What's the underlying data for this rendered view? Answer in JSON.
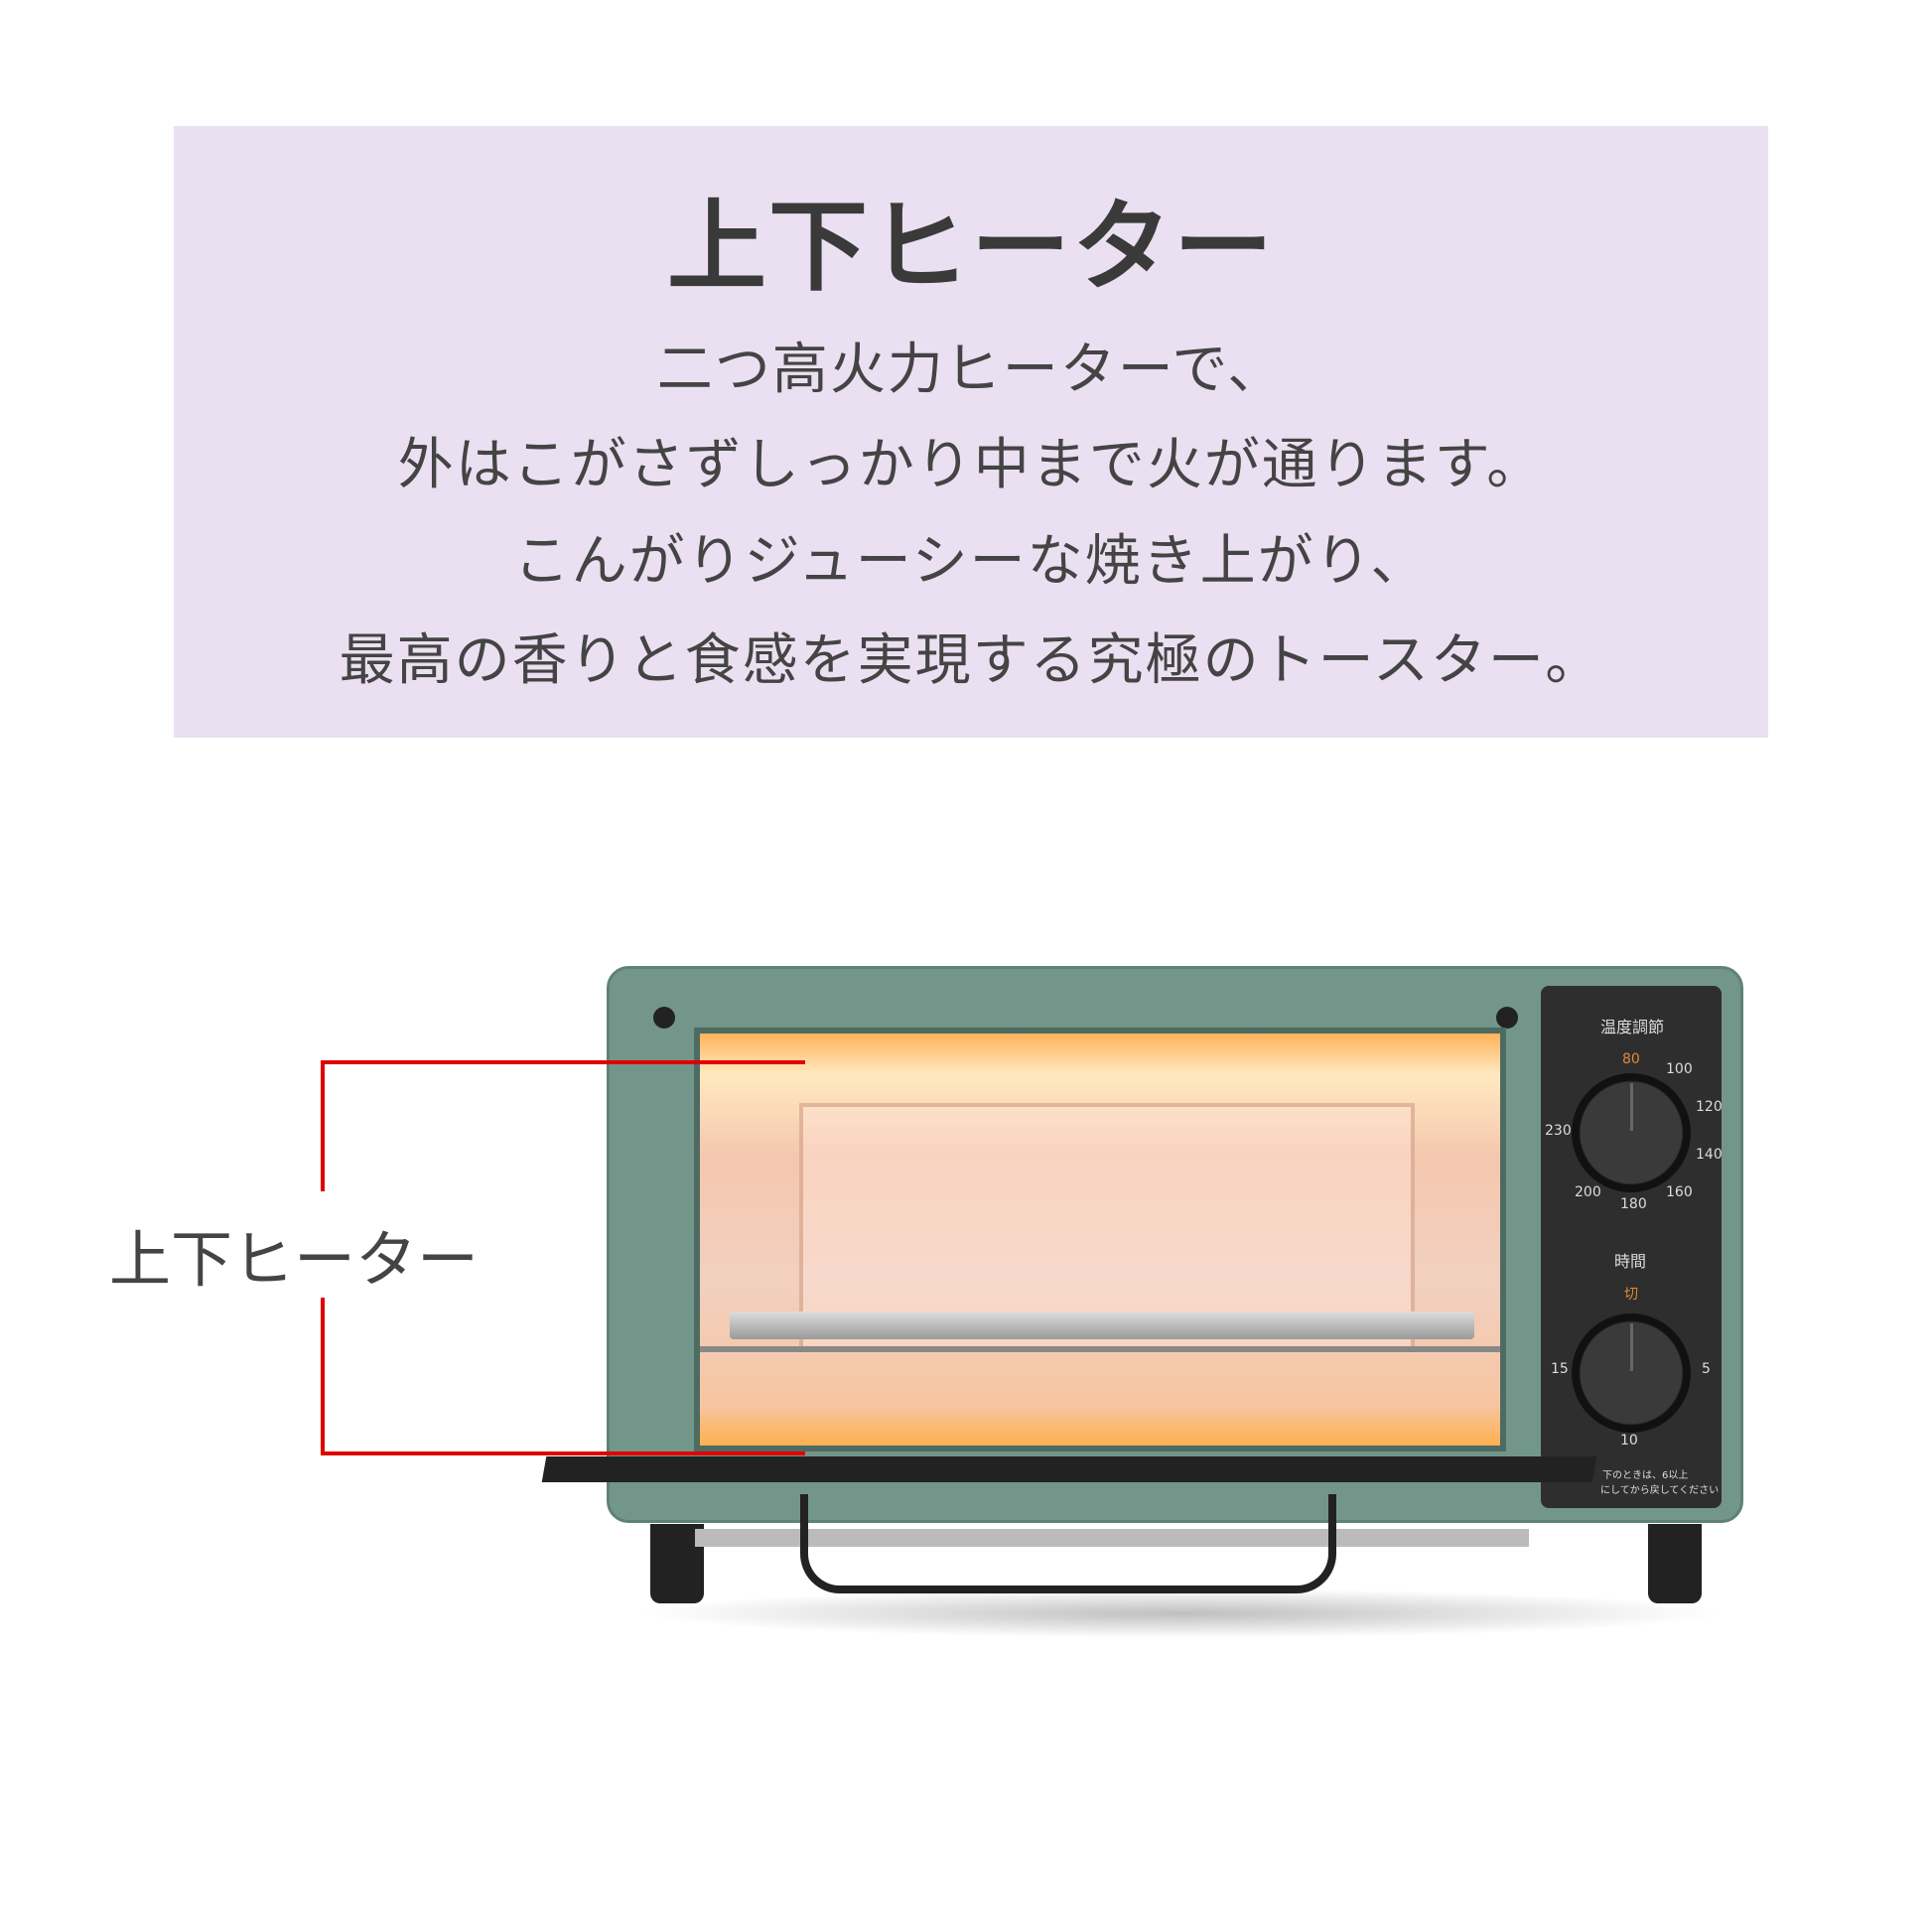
{
  "banner": {
    "title": "上下ヒーター",
    "lines": [
      "二つ高火力ヒーターで、",
      "外はこがさずしっかり中まで火が通ります。",
      "こんがりジューシーな焼き上がり、",
      "最高の香りと食感を実現する究極のトースター。"
    ]
  },
  "callout_label": "上下ヒーター",
  "panel": {
    "temp_title": "温度調節",
    "temp_marks": [
      "80",
      "100",
      "120",
      "140",
      "160",
      "180",
      "200",
      "230"
    ],
    "time_title": "時間",
    "time_marks": [
      "切",
      "5",
      "10",
      "15"
    ],
    "note_lines": [
      "下のときは、6以上",
      "にしてから戻してください"
    ],
    "accent": "#e08a3a"
  }
}
